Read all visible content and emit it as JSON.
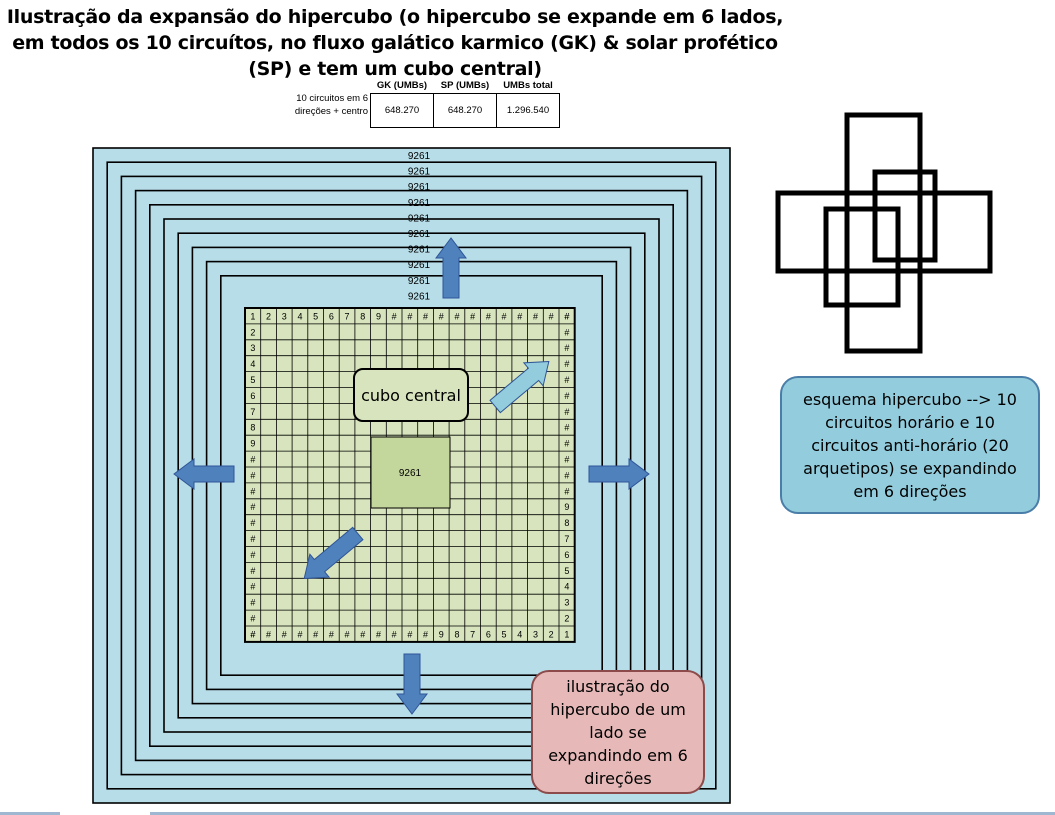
{
  "title": "Ilustração da expansão do hipercubo (o hipercubo se expande em 6 lados, em todos os 10 circuítos, no fluxo galático karmico (GK) & solar profético (SP) e tem um cubo central)",
  "summary": {
    "row_label": "10 circuitos em 6 direções + centro",
    "headers": [
      "GK (UMBs)",
      "SP (UMBs)",
      "UMBs total"
    ],
    "values": [
      "648.270",
      "648.270",
      "1.296.540"
    ]
  },
  "rings": {
    "count": 10,
    "label": "9261",
    "fill": "#b7dde8",
    "stroke": "#000000"
  },
  "grid": {
    "size": 21,
    "fill": "#d7e4bd",
    "top_row": [
      "1",
      "2",
      "3",
      "4",
      "5",
      "6",
      "7",
      "8",
      "9",
      "#",
      "#",
      "#",
      "#",
      "#",
      "#",
      "#",
      "#",
      "#",
      "#",
      "#",
      "#"
    ],
    "left_col": [
      "1",
      "2",
      "3",
      "4",
      "5",
      "6",
      "7",
      "8",
      "9",
      "#",
      "#",
      "#",
      "#",
      "#",
      "#",
      "#",
      "#",
      "#",
      "#",
      "#",
      "#"
    ],
    "right_col": [
      "#",
      "#",
      "#",
      "#",
      "#",
      "#",
      "#",
      "#",
      "#",
      "#",
      "#",
      "#",
      "9",
      "8",
      "7",
      "6",
      "5",
      "4",
      "3",
      "2",
      "1"
    ],
    "bottom_row": [
      "#",
      "#",
      "#",
      "#",
      "#",
      "#",
      "#",
      "#",
      "#",
      "#",
      "#",
      "#",
      "9",
      "8",
      "7",
      "6",
      "5",
      "4",
      "3",
      "2",
      "1"
    ],
    "center_label": "9261",
    "center_fill": "#c3d69b"
  },
  "cubo_central_label": "cubo central",
  "arrow_color": "#4f81bd",
  "arrow_light_color": "#93cddd",
  "callouts": {
    "blue_text": "esquema hipercubo --> 10 circuitos horário e 10 circuitos anti-horário (20 arquetipos) se expandindo em 6 direções",
    "pink_text": "ilustração do hipercubo de um lado se expandindo em 6 direções"
  },
  "schema_icon": "hypercube-schema-icon"
}
